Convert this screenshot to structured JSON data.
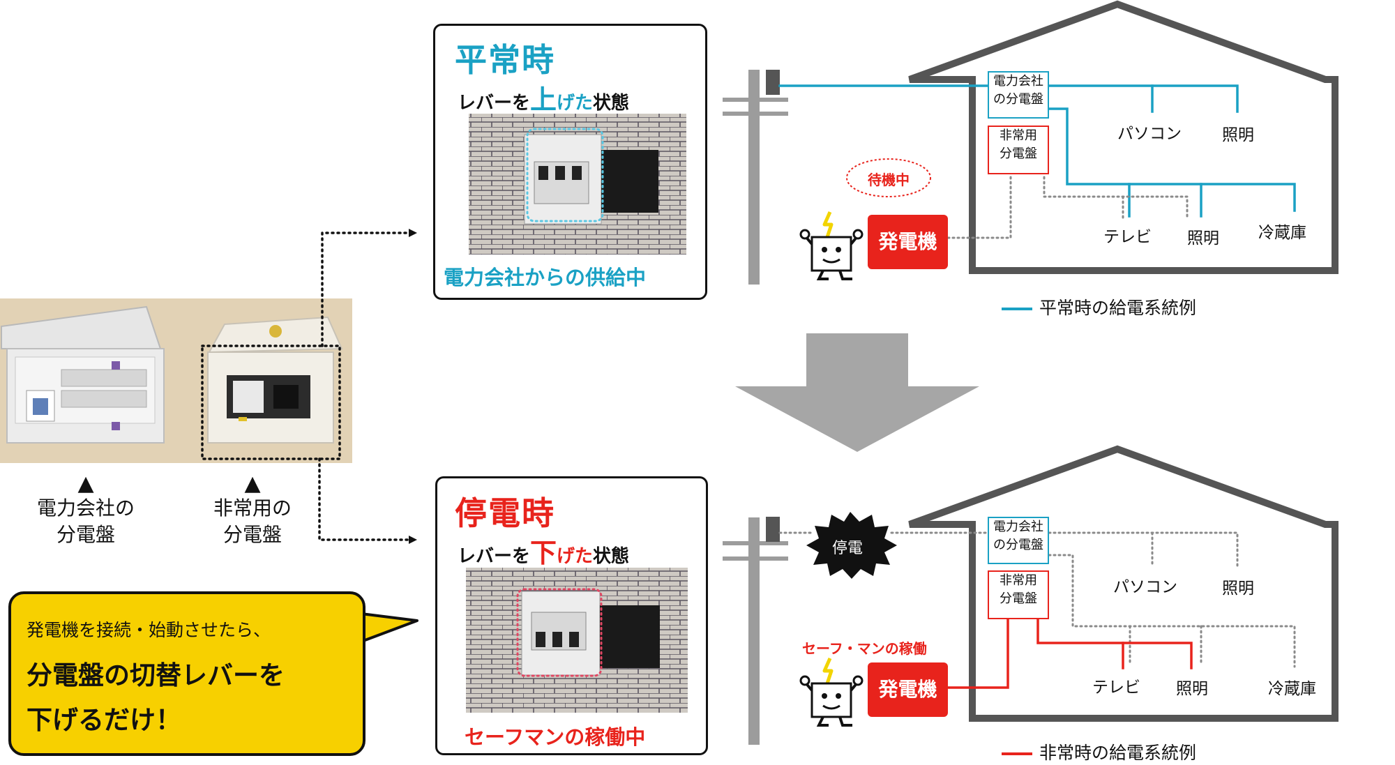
{
  "photo_panel": {
    "label_main": [
      "電力会社の",
      "分電盤"
    ],
    "label_emergency": [
      "非常用の",
      "分電盤"
    ],
    "marker": "▲"
  },
  "normal_card": {
    "title": "平常時",
    "sub_pre": "レバーを",
    "sub_big": "上",
    "sub_mid": "げた",
    "sub_post": "状態",
    "footer": "電力会社からの供給中",
    "accent": "#1aa1c4"
  },
  "outage_card": {
    "title": "停電時",
    "sub_pre": "レバーを",
    "sub_big": "下",
    "sub_mid": "げた",
    "sub_post": "状態",
    "footer": "セーフマンの稼働中",
    "accent": "#e8231c"
  },
  "diagram_top": {
    "panel_main": [
      "電力会社",
      "の分電盤"
    ],
    "panel_emergency": [
      "非常用",
      "分電盤"
    ],
    "pc": "パソコン",
    "light1": "照明",
    "tv": "テレビ",
    "light2": "照明",
    "fridge": "冷蔵庫",
    "standby": "待機中",
    "generator": "発電機",
    "legend": "平常時の給電系統例"
  },
  "diagram_bottom": {
    "panel_main": [
      "電力会社",
      "の分電盤"
    ],
    "panel_emergency": [
      "非常用",
      "分電盤"
    ],
    "pc": "パソコン",
    "light1": "照明",
    "tv": "テレビ",
    "light2": "照明",
    "fridge": "冷蔵庫",
    "outage": "停電",
    "running": "セーフ・マンの稼働",
    "generator": "発電機",
    "legend": "非常時の給電系統例"
  },
  "bubble": {
    "line1": "発電機を接続・始動させたら、",
    "line2": "分電盤の切替レバーを",
    "line3": "下げるだけ！",
    "color": "#f7d000"
  },
  "colors": {
    "blue": "#1aa1c4",
    "red": "#e8231c",
    "gray": "#8a8a8a"
  }
}
